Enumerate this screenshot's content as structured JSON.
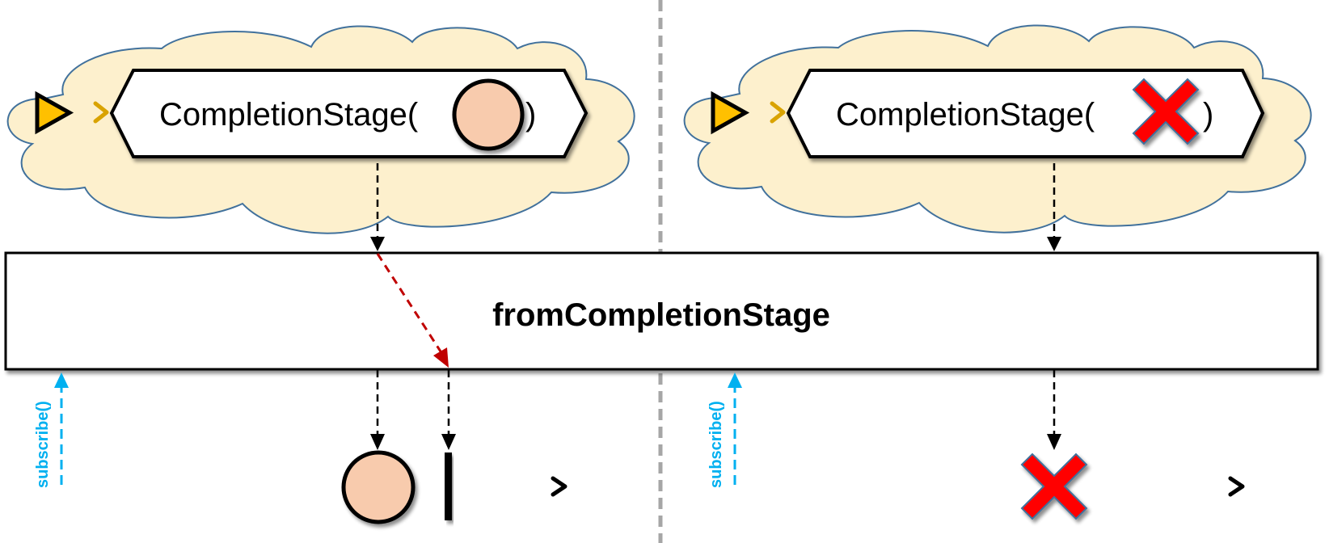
{
  "diagram": {
    "title": "fromCompletionStage marble diagram",
    "operator": {
      "label": "fromCompletionStage"
    },
    "colors": {
      "cloud_fill": "#fdf0cd",
      "cloud_stroke": "#41719c",
      "source_triangle": "#ffc000",
      "source_arrow": "#d9a300",
      "value_marble": "#f8cbad",
      "error_fill": "#ff0000",
      "error_stroke": "#41719c",
      "subscribe": "#00b0f0",
      "signal_red": "#c00000",
      "divider": "#a6a6a6",
      "line": "#000000"
    },
    "panels": [
      {
        "id": "success",
        "source": {
          "label_prefix": "CompletionStage(",
          "label_suffix": ")",
          "content": "value-marble"
        },
        "subscribe_label": "subscribe()",
        "output_events": [
          "onNext value-marble",
          "onComplete"
        ]
      },
      {
        "id": "error",
        "source": {
          "label_prefix": "CompletionStage(",
          "label_suffix": ")",
          "content": "error-cross"
        },
        "subscribe_label": "subscribe()",
        "output_events": [
          "onError"
        ]
      }
    ]
  }
}
